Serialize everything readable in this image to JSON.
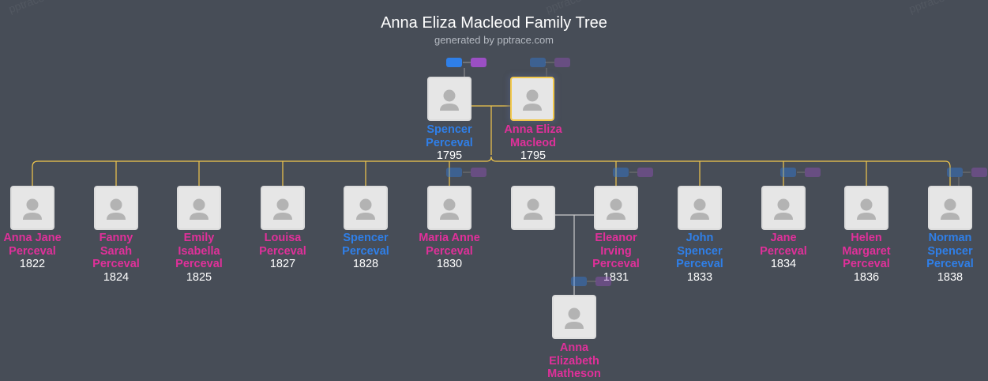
{
  "header": {
    "title": "Anna Eliza Macleod Family Tree",
    "subtitle": "generated by pptrace.com",
    "watermark": "pptrace"
  },
  "colors": {
    "background": "#474d57",
    "male": "#2f7fe8",
    "female": "#e0309a",
    "connector": "#f2c84b",
    "card": "#e6e6e6"
  },
  "parents": {
    "father": {
      "name_l1": "Spencer",
      "name_l2": "Perceval",
      "year": "1795"
    },
    "mother": {
      "name_l1": "Anna Eliza",
      "name_l2": "Macleod",
      "year": "1795"
    }
  },
  "children": [
    {
      "l1": "Anna Jane",
      "l2": "Perceval",
      "l3": "",
      "year": "1822",
      "gender": "female"
    },
    {
      "l1": "Fanny",
      "l2": "Sarah",
      "l3": "Perceval",
      "year": "1824",
      "gender": "female"
    },
    {
      "l1": "Emily",
      "l2": "Isabella",
      "l3": "Perceval",
      "year": "1825",
      "gender": "female"
    },
    {
      "l1": "Louisa",
      "l2": "Perceval",
      "l3": "",
      "year": "1827",
      "gender": "female"
    },
    {
      "l1": "Spencer",
      "l2": "Perceval",
      "l3": "",
      "year": "1828",
      "gender": "male"
    },
    {
      "l1": "Maria Anne",
      "l2": "Perceval",
      "l3": "",
      "year": "1830",
      "gender": "female"
    },
    {
      "l1": "Eleanor",
      "l2": "Irving",
      "l3": "Perceval",
      "year": "1831",
      "gender": "female"
    },
    {
      "l1": "John",
      "l2": "Spencer",
      "l3": "Perceval",
      "year": "1833",
      "gender": "male"
    },
    {
      "l1": "Jane",
      "l2": "Perceval",
      "l3": "",
      "year": "1834",
      "gender": "female"
    },
    {
      "l1": "Helen",
      "l2": "Margaret",
      "l3": "Perceval",
      "year": "1836",
      "gender": "female"
    },
    {
      "l1": "Norman",
      "l2": "Spencer",
      "l3": "Perceval",
      "year": "1838",
      "gender": "male"
    }
  ],
  "grandchild": {
    "l1": "Anna",
    "l2": "Elizabeth",
    "l3": "Matheson"
  }
}
